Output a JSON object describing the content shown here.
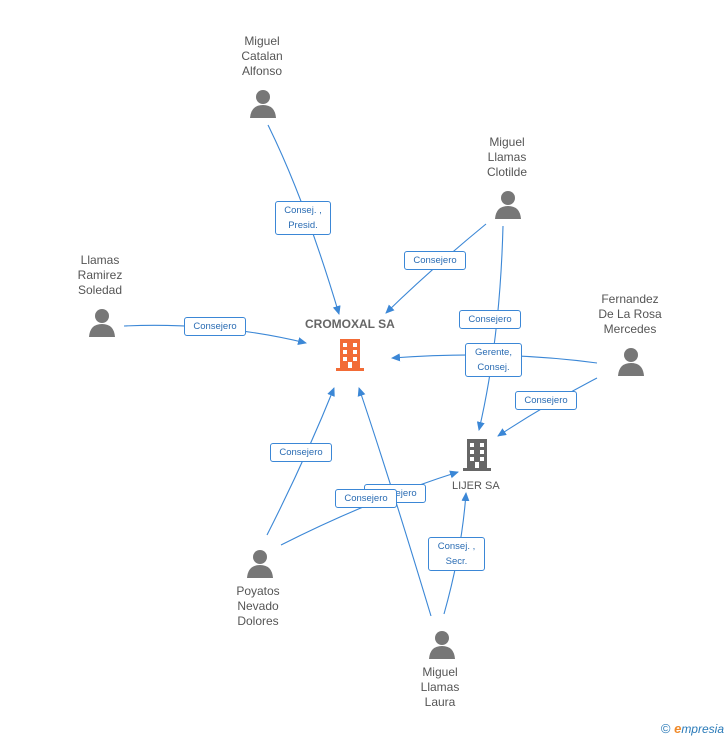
{
  "companies": {
    "cromoxal": {
      "name": "CROMOXAL SA",
      "color": "#f26b36"
    },
    "lijer": {
      "name": "LIJER SA",
      "color": "#666666"
    }
  },
  "people": {
    "miguel_catalan": [
      "Miguel",
      "Catalan",
      "Alfonso"
    ],
    "miguel_llamas_c": [
      "Miguel",
      "Llamas",
      "Clotilde"
    ],
    "llamas_ramirez": [
      "Llamas",
      "Ramirez",
      "Soledad"
    ],
    "fernandez": [
      "Fernandez",
      "De La Rosa",
      "Mercedes"
    ],
    "poyatos": [
      "Poyatos",
      "Nevado",
      "Dolores"
    ],
    "miguel_llamas_l": [
      "Miguel",
      "Llamas",
      "Laura"
    ]
  },
  "edges": {
    "e1": [
      "Consej. ,",
      "Presid."
    ],
    "e2": [
      "Consejero"
    ],
    "e3": [
      "Consejero"
    ],
    "e4": [
      "Consejero"
    ],
    "e5": [
      "Gerente,",
      "Consej."
    ],
    "e6": [
      "Consejero"
    ],
    "e7": [
      "Consejero"
    ],
    "e8": [
      "Consejero"
    ],
    "e9": [
      "Consejero"
    ],
    "e10": [
      "Consej. ,",
      "Secr."
    ]
  },
  "colors": {
    "edge": "#3b87d6",
    "person_icon": "#777777"
  },
  "footer": {
    "copyright_symbol": "©",
    "brand_initial": "e",
    "brand_rest": "mpresia"
  }
}
